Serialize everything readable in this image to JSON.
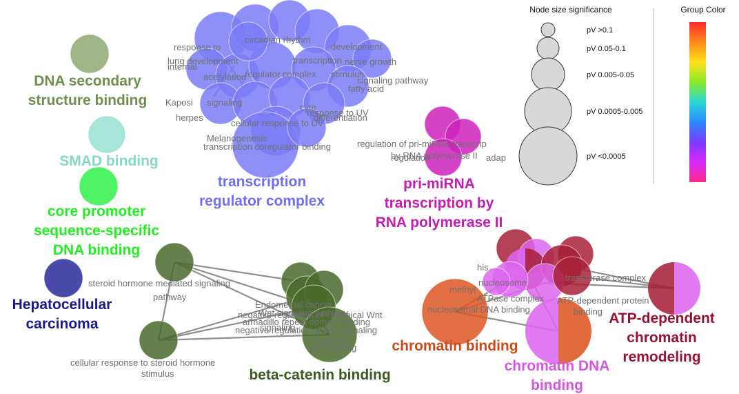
{
  "groups": [
    {
      "id": "dna_secondary",
      "label_lines": [
        "DNA secondary",
        "structure binding"
      ],
      "color": "#6e8e4e",
      "node_fill": "#8ea870"
    },
    {
      "id": "smad",
      "label_lines": [
        "SMAD binding"
      ],
      "color": "#86d8c6",
      "node_fill": "#96e0d0"
    },
    {
      "id": "core_promoter",
      "label_lines": [
        "core promoter",
        "sequence-specific",
        "DNA binding"
      ],
      "color": "#22ee22",
      "node_fill": "#2ef04a"
    },
    {
      "id": "hcc",
      "label_lines": [
        "Hepatocellular",
        "carcinoma"
      ],
      "color": "#1a1a8a",
      "node_fill": "#2a2a9a"
    },
    {
      "id": "tf_complex",
      "label_lines": [
        "transcription",
        "regulator complex"
      ],
      "color": "#6f6ff0",
      "node_fill": "#7b7bf7"
    },
    {
      "id": "pri_mirna",
      "label_lines": [
        "pri-miRNA",
        "transcription by",
        "RNA polymerase II"
      ],
      "color": "#c41cb4",
      "node_fill": "#cc22bb"
    },
    {
      "id": "beta_catenin",
      "label_lines": [
        "beta-catenin binding"
      ],
      "color": "#3c5a1c",
      "node_fill": "#4a6a2a"
    },
    {
      "id": "chromatin",
      "label_lines": [
        "chromatin binding"
      ],
      "color": "#cc4a1a",
      "node_fill": "#dd5522"
    },
    {
      "id": "chromatin_dna",
      "label_lines": [
        "chromatin DNA",
        "binding"
      ],
      "color": "#d655e6",
      "node_fill": "#dd66ee"
    },
    {
      "id": "atp_remodel",
      "label_lines": [
        "ATP-dependent",
        "chromatin",
        "remodeling"
      ],
      "color": "#9a1030",
      "node_fill": "#a8203a"
    }
  ],
  "node_labels": [
    "circadian rhythm",
    "response to",
    "development",
    "lung development",
    "transcription",
    "nerve growth",
    "internal",
    "regulator complex",
    "stimulus",
    "acetylation",
    "signaling pathway",
    "fatty acid",
    "Kaposi",
    "signaling",
    "cyte",
    "herpes",
    "response to UV",
    "differentiation",
    "cellular response to UV",
    "Melanogenesis",
    "transcription coregulator binding",
    "regulation of pri-miRNA transcrip",
    "by RNA polymerase II",
    "regulation",
    "adap",
    "steroid hormone mediated signaling",
    "pathway",
    "cellular response to steroid hormone",
    "stimulus",
    "Endometrial cancer",
    "Wnt signaling pathway",
    "negative regulation of canonical Wnt",
    "armadillo repeat domain binding",
    "signaling",
    "negative regulation of Wnt signaling",
    "pathway",
    "p53 binding",
    "his",
    "nucleosome",
    "methyl",
    "ATPase complex",
    "transferase complex",
    "nucleosomal DNA binding",
    "ATP-dependent protein",
    "binding"
  ],
  "legend": {
    "size_title": "Node size significance",
    "size_items": [
      "pV >0.1",
      "pV 0.05-0.1",
      "pV 0.005-0.05",
      "pV 0.0005-0.005",
      "pV <0.0005"
    ],
    "color_title": "Group Color",
    "node_color": "#d8d8d8",
    "gradient": [
      "#ff2a2a",
      "#ff8a1a",
      "#ffe01a",
      "#8aea2a",
      "#2ad6d6",
      "#2a8aff",
      "#7a3aff",
      "#d82aff",
      "#ff2a8a"
    ]
  }
}
